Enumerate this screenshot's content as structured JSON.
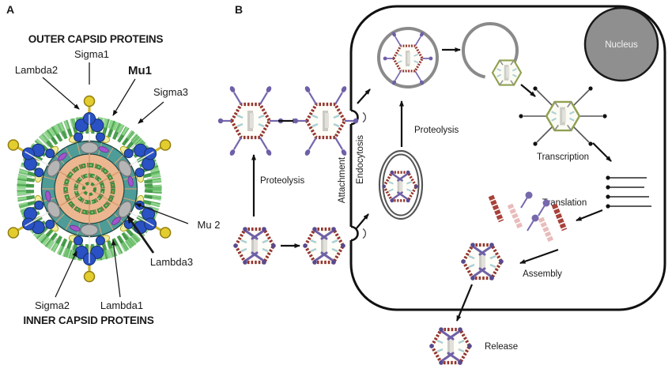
{
  "figure": {
    "panel_a": {
      "label": "A",
      "heading_outer": "OUTER CAPSID PROTEINS",
      "heading_inner": "INNER CAPSID PROTEINS",
      "protein_labels": {
        "sigma1": "Sigma1",
        "lambda2": "Lambda2",
        "mu1": "Mu1",
        "sigma3": "Sigma3",
        "mu2": "Mu 2",
        "lambda3": "Lambda3",
        "sigma2": "Sigma2",
        "lambda1": "Lambda1"
      },
      "colors": {
        "fringe_green": "#6abf6a",
        "turret_blue": "#2a52c4",
        "spike_yellow": "#d9c12d",
        "inner_ring_teal": "#4d9c98",
        "core_salmon": "#ecb790",
        "rna_green": "#3c8a3e",
        "mu2_gray": "#b5b5b5",
        "lambda3_purple": "#a455cc"
      }
    },
    "panel_b": {
      "label": "B",
      "organelle_nucleus": "Nucleus",
      "steps": {
        "proteolysis_extracellular": "Proteolysis",
        "attachment": "Attachment",
        "endocytosis": "Endocytosis",
        "proteolysis_endosomal": "Proteolysis",
        "transcription": "Transcription",
        "translation": "Translation",
        "assembly": "Assembly",
        "release": "Release"
      },
      "colors": {
        "capsid_brick": "#93372e",
        "sigma1_purple": "#7668ad",
        "core_olive": "#8fa050",
        "membrane_black": "#111111",
        "nucleus_gray": "#8f8f8f"
      }
    }
  }
}
